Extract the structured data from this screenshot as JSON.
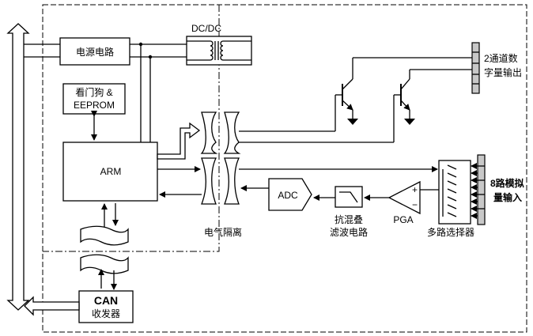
{
  "labels": {
    "dcdc": "DC/DC",
    "power": "电源电路",
    "watchdog_line1": "看门狗 &",
    "watchdog_line2": "EEPROM",
    "arm": "ARM",
    "adc": "ADC",
    "pga": "PGA",
    "filter_line1": "抗混叠",
    "filter_line2": "滤波电路",
    "isolation": "电气隔离",
    "mux": "多路选择器",
    "can_line1": "CAN",
    "can_line2": "收发器",
    "digital_out_line1": "2通道数",
    "digital_out_line2": "字量输出",
    "analog_in_line1": "8路模拟",
    "analog_in_line2": "量输入"
  }
}
